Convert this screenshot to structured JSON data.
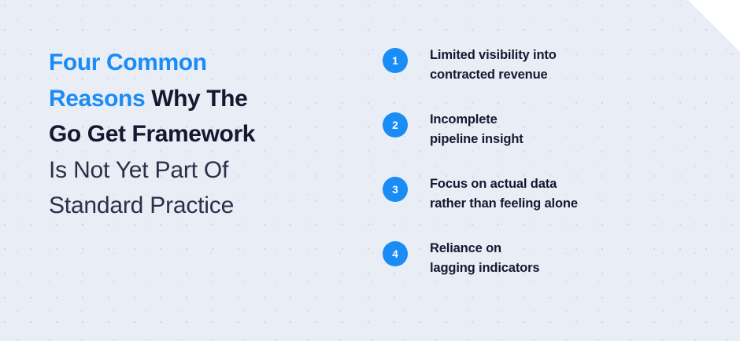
{
  "theme": {
    "background_color": "#e9edf6",
    "accent_color": "#1a8cf5",
    "heading_color": "#16182f",
    "subheading_color": "#2b3047",
    "badge_text_color": "#ffffff",
    "corner_cut_color": "#ffffff"
  },
  "heading": {
    "line1_accent": "Four Common",
    "line2_accent": "Reasons",
    "line2_rest": " Why The",
    "line3": "Go Get Framework",
    "line4": "Is Not Yet Part Of",
    "line5": "Standard Practice"
  },
  "reasons": [
    {
      "number": "1",
      "line1": "Limited visibility into",
      "line2": "contracted revenue"
    },
    {
      "number": "2",
      "line1": "Incomplete",
      "line2": "pipeline insight"
    },
    {
      "number": "3",
      "line1": "Focus on actual data",
      "line2": "rather than feeling alone"
    },
    {
      "number": "4",
      "line1": "Reliance on",
      "line2": "lagging indicators"
    }
  ]
}
